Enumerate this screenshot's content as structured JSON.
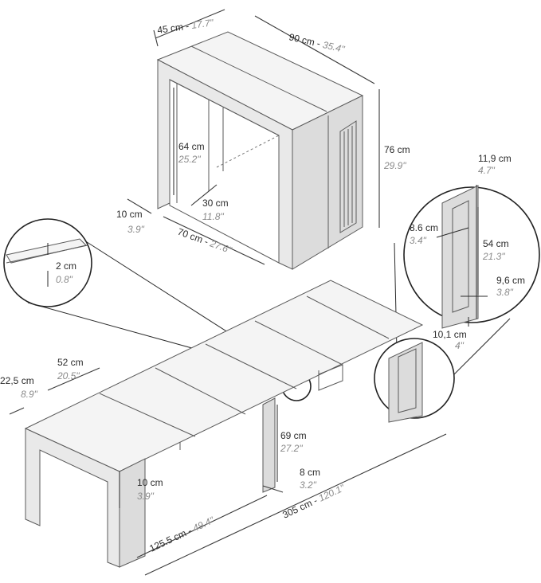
{
  "labels": {
    "depth_closed": {
      "cm": "45 cm - ",
      "in": "17.7\""
    },
    "width_closed": {
      "cm": "90 cm - ",
      "in": "35.4\""
    },
    "inner_height": {
      "cm": "64 cm",
      "in": "25.2\""
    },
    "height": {
      "cm": "76 cm",
      "in": "29.9\""
    },
    "inner_depth": {
      "cm": "30 cm",
      "in": "11.8\""
    },
    "leg_offset": {
      "cm": "10 cm",
      "in": "3.9\""
    },
    "inner_width": {
      "cm": "70 cm - ",
      "in": "27.6\""
    },
    "top_thickness": {
      "cm": "2 cm",
      "in": "0.8\""
    },
    "leg_depth": {
      "cm": "11,9 cm",
      "in": "4.7\""
    },
    "slot_depth": {
      "cm": "8.6 cm",
      "in": "3.4\""
    },
    "leg_height": {
      "cm": "54 cm",
      "in": "21.3\""
    },
    "leg_width": {
      "cm": "9,6 cm",
      "in": "3.8\""
    },
    "leg_base": {
      "cm": "10,1 cm",
      "in": "4\""
    },
    "leaf_width": {
      "cm": "52 cm",
      "in": "20.5\""
    },
    "end_depth": {
      "cm": "22,5 cm",
      "in": "8.9\""
    },
    "clearance": {
      "cm": "69 cm",
      "in": "27.2\""
    },
    "apron": {
      "cm": "10 cm",
      "in": "3.9\""
    },
    "leg_thickness": {
      "cm": "8 cm",
      "in": "3.2\""
    },
    "half_length": {
      "cm": "125.5 cm - ",
      "in": "49.4\""
    },
    "full_length": {
      "cm": "305 cm - ",
      "in": "120.1\""
    }
  }
}
